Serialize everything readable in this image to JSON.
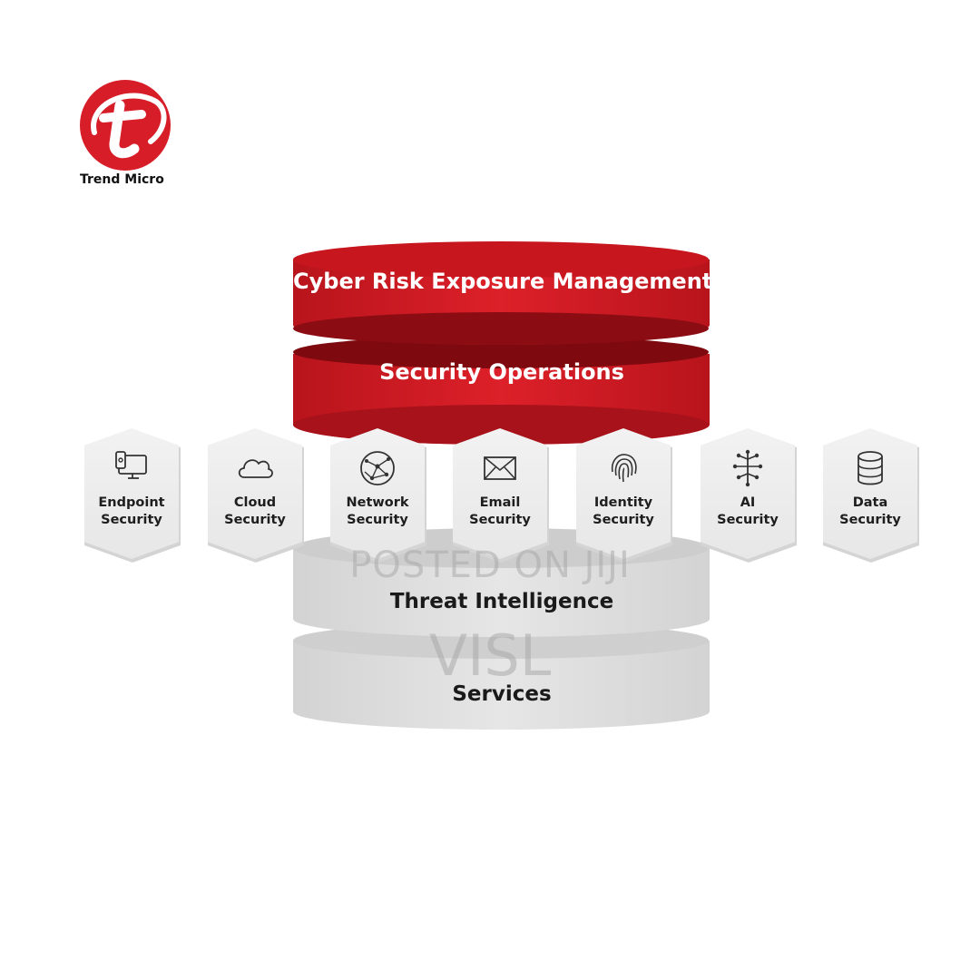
{
  "logo": {
    "name": "Trend Micro"
  },
  "layers": {
    "top": "Cyber Risk Exposure Management",
    "second": "Security Operations",
    "third": "Threat Intelligence",
    "bottom": "Services"
  },
  "solutions": [
    {
      "line1": "Endpoint",
      "line2": "Security",
      "icon": "endpoint-icon"
    },
    {
      "line1": "Cloud",
      "line2": "Security",
      "icon": "cloud-icon"
    },
    {
      "line1": "Network",
      "line2": "Security",
      "icon": "network-icon"
    },
    {
      "line1": "Email",
      "line2": "Security",
      "icon": "email-icon"
    },
    {
      "line1": "Identity",
      "line2": "Security",
      "icon": "fingerprint-icon"
    },
    {
      "line1": "AI",
      "line2": "Security",
      "icon": "ai-chip-icon"
    },
    {
      "line1": "Data",
      "line2": "Security",
      "icon": "database-icon"
    }
  ],
  "watermark": {
    "line1": "POSTED ON JIJI",
    "line2": "VISL"
  },
  "colors": {
    "brand_red": "#d71e28",
    "dark_red": "#8e0c12",
    "grey_layer": "#e2e2e2",
    "hex_fill": "#eeeeee"
  }
}
